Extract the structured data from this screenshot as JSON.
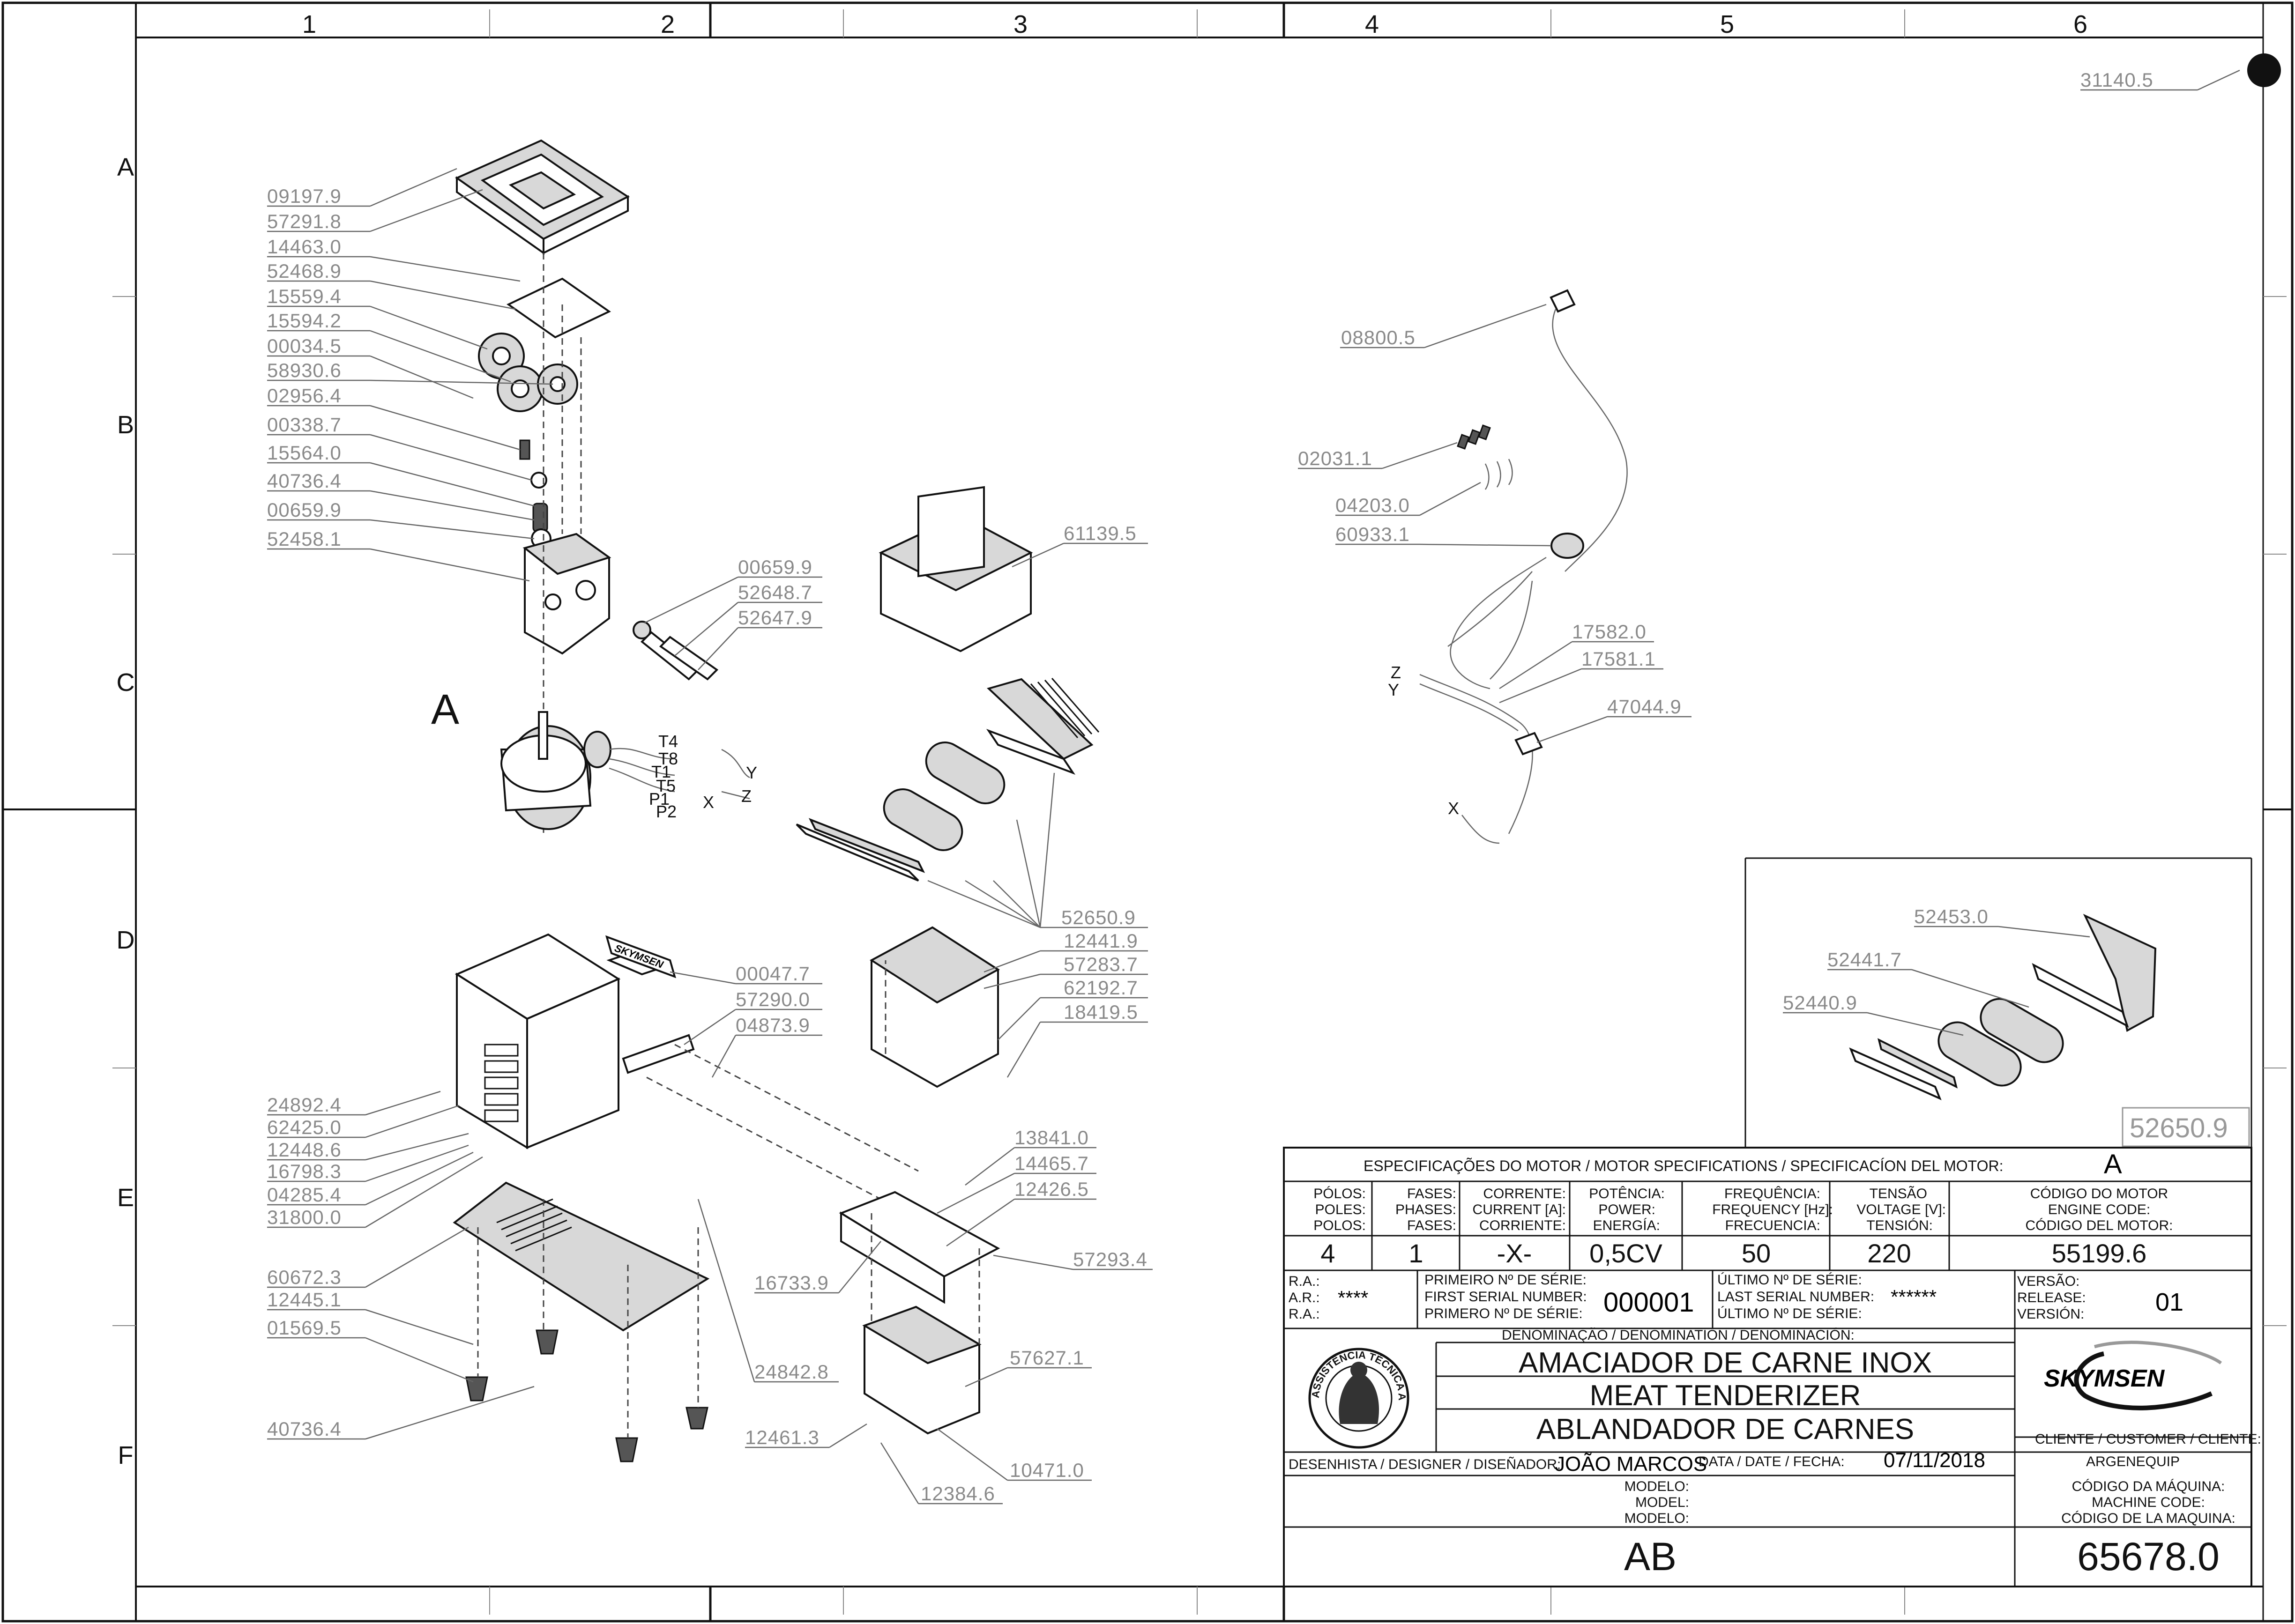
{
  "drawing": {
    "column_labels": [
      "1",
      "2",
      "3",
      "4",
      "5",
      "6"
    ],
    "row_labels": [
      "A",
      "B",
      "C",
      "D",
      "E",
      "F"
    ],
    "reference_code": "31140.5",
    "detail_reference": "52650.9",
    "motor_letter": "A",
    "motor_wires": [
      "T4",
      "T8",
      "T1",
      "T5",
      "P1",
      "P2"
    ],
    "motor_wire_groups": [
      "Y",
      "Z",
      "X"
    ],
    "harness_wires": [
      "Z",
      "Y",
      "X"
    ],
    "parts_left": [
      "09197.9",
      "57291.8",
      "14463.0",
      "52468.9",
      "15559.4",
      "15594.2",
      "00034.5",
      "58930.6",
      "02956.4",
      "00338.7",
      "15564.0",
      "40736.4",
      "00659.9",
      "52458.1"
    ],
    "parts_shaft": [
      "00659.9",
      "52648.7",
      "52647.9"
    ],
    "parts_base_left": [
      "24892.4",
      "62425.0",
      "12448.6",
      "16798.3",
      "04285.4",
      "31800.0",
      "60672.3",
      "12445.1",
      "01569.5",
      "40736.4"
    ],
    "parts_mid": [
      "00047.7",
      "57290.0",
      "04873.9",
      "61139.5",
      "52650.9",
      "12441.9",
      "57283.7",
      "62192.7",
      "18419.5",
      "13841.0",
      "14465.7",
      "12426.5",
      "57293.4",
      "16733.9",
      "24842.8",
      "57627.1",
      "12461.3",
      "10471.0",
      "12384.6"
    ],
    "parts_electrical": [
      "08800.5",
      "02031.1",
      "04203.0",
      "60933.1",
      "17582.0",
      "17581.1",
      "47044.9"
    ],
    "parts_detail": [
      "52453.0",
      "52441.7",
      "52440.9"
    ],
    "logo_text": "SKYMSEN"
  },
  "title_block": {
    "motor_spec_header": "ESPECIFICAÇÕES DO MOTOR / MOTOR SPECIFICATIONS / SPECIFICACÍON DEL MOTOR:",
    "motor_spec_letter": "A",
    "columns": [
      {
        "label": [
          "PÓLOS:",
          "POLES:",
          "POLOS:"
        ],
        "value": "4"
      },
      {
        "label": [
          "FASES:",
          "PHASES:",
          "FASES:"
        ],
        "value": "1"
      },
      {
        "label": [
          "CORRENTE:",
          "CURRENT [A]:",
          "CORRIENTE:"
        ],
        "value": "-X-"
      },
      {
        "label": [
          "POTÊNCIA:",
          "POWER:",
          "ENERGÍA:"
        ],
        "value": "0,5CV"
      },
      {
        "label": [
          "FREQUÊNCIA:",
          "FREQUENCY [Hz]:",
          "FRECUENCIA:"
        ],
        "value": "50"
      },
      {
        "label": [
          "TENSÃO",
          "VOLTAGE [V]:",
          "TENSIÓN:"
        ],
        "value": "220"
      },
      {
        "label": [
          "CÓDIGO DO MOTOR",
          "ENGINE CODE:",
          "CÓDIGO DEL MOTOR:"
        ],
        "value": "55199.6"
      }
    ],
    "ra_labels": [
      "R.A.:",
      "A.R.:",
      "R.A.:"
    ],
    "ra_value": "****",
    "first_serial_labels": [
      "PRIMEIRO Nº DE SÉRIE:",
      "FIRST SERIAL NUMBER:",
      "PRIMERO Nº DE SÉRIE:"
    ],
    "first_serial_value": "000001",
    "last_serial_labels": [
      "ÚLTIMO Nº DE SÉRIE:",
      "LAST SERIAL NUMBER:",
      "ÚLTIMO Nº DE SÉRIE:"
    ],
    "last_serial_value": "******",
    "version_labels": [
      "VERSÃO:",
      "RELEASE:",
      "VERSIÓN:"
    ],
    "version_value": "01",
    "denomination_label": "DENOMINAÇÃO / DENOMINATION / DENOMINACIÓN:",
    "names": [
      "AMACIADOR DE CARNE INOX",
      "MEAT TENDERIZER",
      "ABLANDADOR DE CARNES"
    ],
    "stamp_text_top": "ASSISTÊNCIA TÉCNICA AUTORIZADA",
    "brand": "SKYMSEN",
    "client_label": "CLIENTE / CUSTOMER / CLIENTE:",
    "client_value": "ARGENEQUIP",
    "designer_label": "DESENHISTA / DESIGNER / DISEÑADOR:",
    "designer_value": "JOÃO MARCOS",
    "date_label": "DATA / DATE / FECHA:",
    "date_value": "07/11/2018",
    "model_labels": [
      "MODELO:",
      "MODEL:",
      "MODELO:"
    ],
    "model_value": "AB",
    "machine_code_labels": [
      "CÓDIGO DA MÁQUINA:",
      "MACHINE CODE:",
      "CÓDIGO DE LA MAQUINA:"
    ],
    "machine_code_value": "65678.0"
  }
}
